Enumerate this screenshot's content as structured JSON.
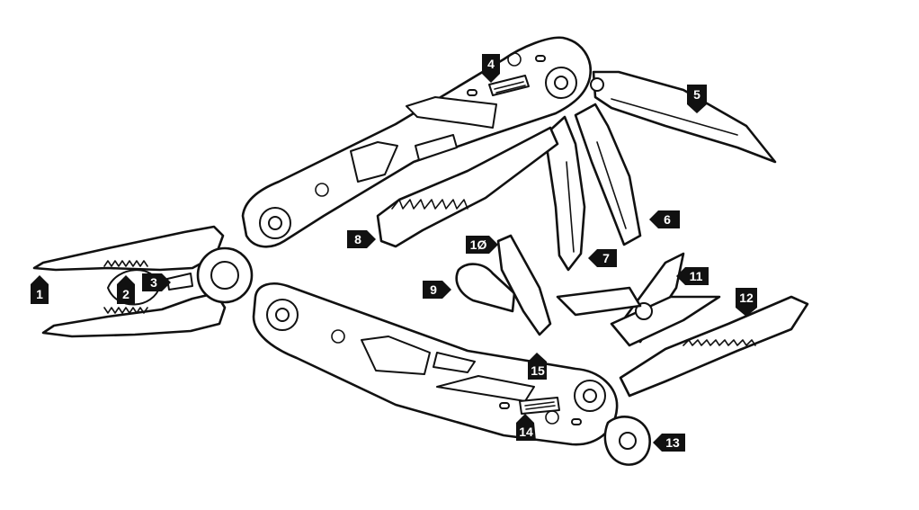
{
  "diagram": {
    "subject": "multi-tool",
    "colors": {
      "ink": "#111111",
      "paper": "#ffffff",
      "callout_fill": "#111111",
      "callout_text": "#ffffff"
    },
    "callouts": [
      {
        "id": "callout-1",
        "label": "1"
      },
      {
        "id": "callout-2",
        "label": "2"
      },
      {
        "id": "callout-3",
        "label": "3"
      },
      {
        "id": "callout-4",
        "label": "4"
      },
      {
        "id": "callout-5",
        "label": "5"
      },
      {
        "id": "callout-6",
        "label": "6"
      },
      {
        "id": "callout-7",
        "label": "7"
      },
      {
        "id": "callout-8",
        "label": "8"
      },
      {
        "id": "callout-9",
        "label": "9"
      },
      {
        "id": "callout-10",
        "label": "1Ø"
      },
      {
        "id": "callout-11",
        "label": "11"
      },
      {
        "id": "callout-12",
        "label": "12"
      },
      {
        "id": "callout-13",
        "label": "13"
      },
      {
        "id": "callout-14",
        "label": "14"
      },
      {
        "id": "callout-15",
        "label": "15"
      }
    ]
  }
}
